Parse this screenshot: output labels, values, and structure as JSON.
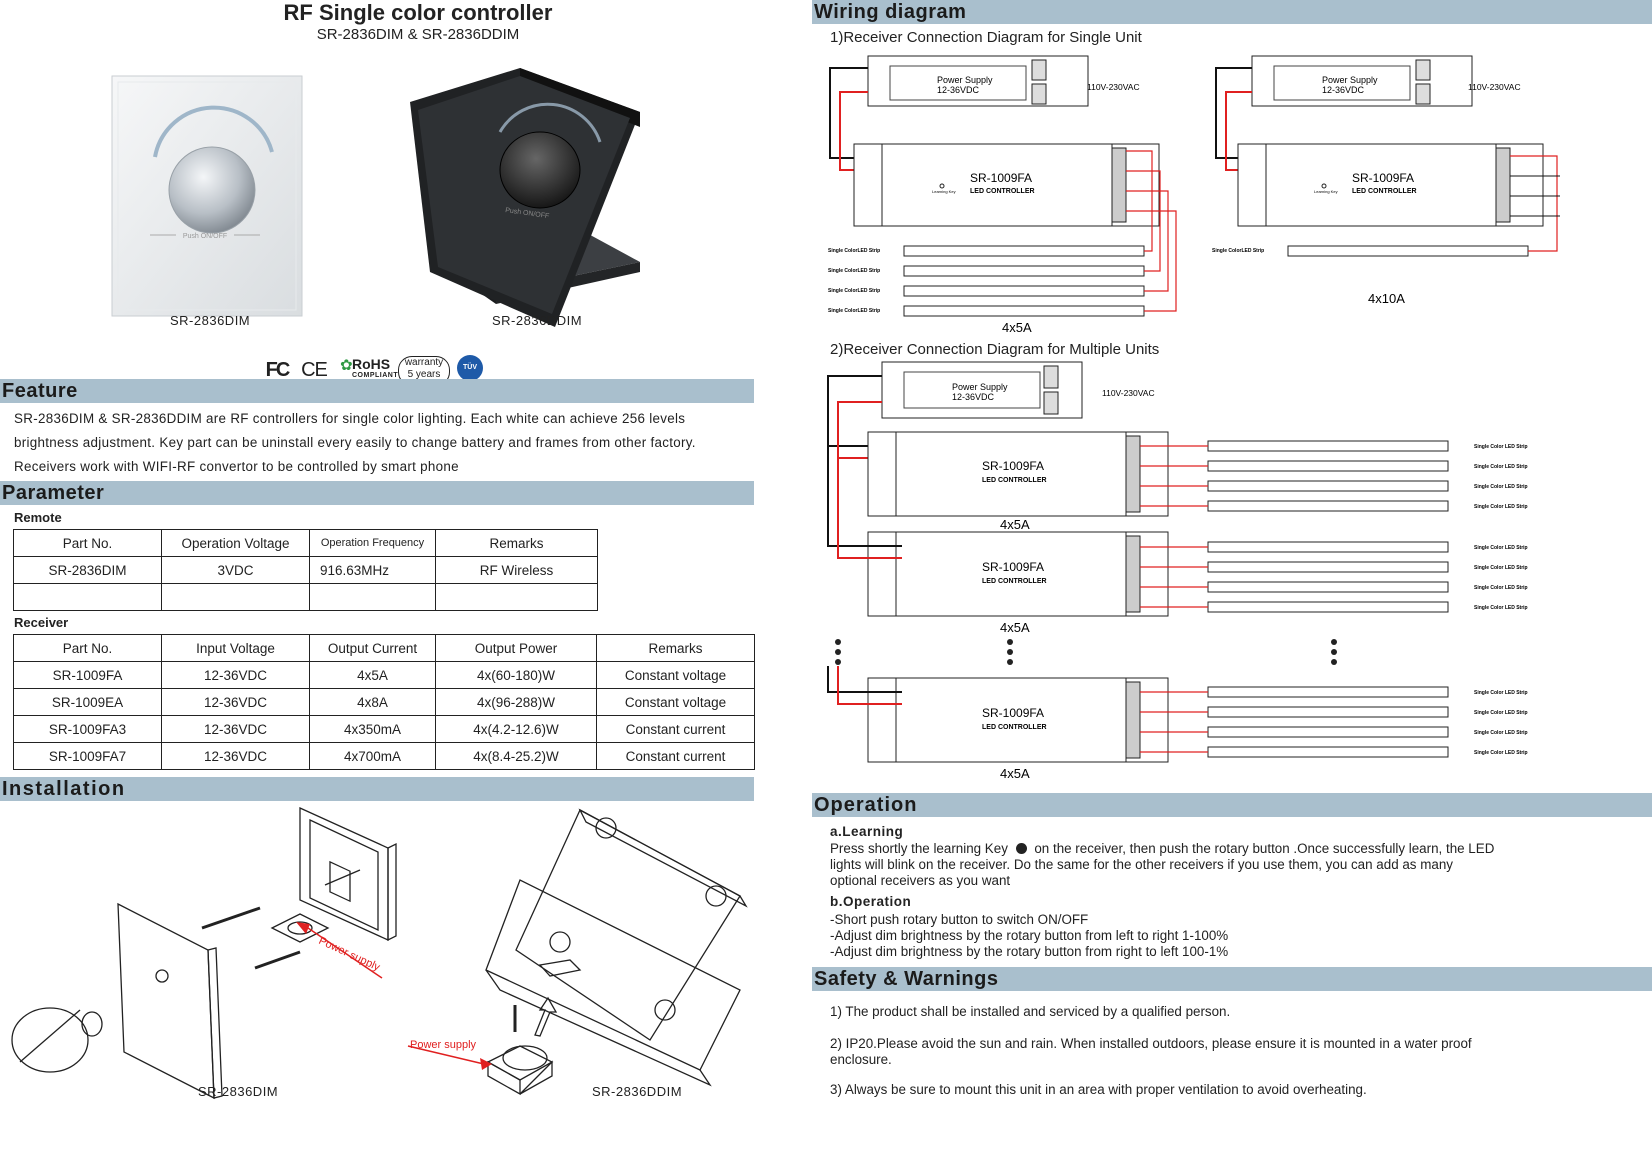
{
  "header": {
    "title": "RF Single color controller",
    "subtitle": "SR-2836DIM & SR-2836DDIM"
  },
  "products": {
    "left_caption": "SR-2836DIM",
    "right_caption": "SR-2836DDIM",
    "dial_text": "Push ON/OFF"
  },
  "certifications": [
    "FC",
    "CE",
    "RoHS",
    "COMPLIANT",
    "warranty",
    "5 years",
    "TÜV"
  ],
  "feature": {
    "heading": "Feature",
    "lines": [
      "SR-2836DIM & SR-2836DDIM are RF controllers for single color lighting. Each white can achieve 256 levels",
      "brightness adjustment. Key part can be uninstall every easily to change battery and frames from other factory.",
      "Receivers work with WIFI-RF convertor to be controlled by smart phone"
    ]
  },
  "parameter": {
    "heading": "Parameter",
    "remote_label": "Remote",
    "remote_headers": [
      "Part No.",
      "Operation Voltage",
      "Operation Frequency",
      "Remarks"
    ],
    "remote_rows": [
      [
        "SR-2836DIM",
        "3VDC",
        "916.63MHz",
        "RF Wireless"
      ],
      [
        "",
        "",
        "",
        ""
      ]
    ],
    "receiver_label": "Receiver",
    "receiver_headers": [
      "Part No.",
      "Input Voltage",
      "Output Current",
      "Output Power",
      "Remarks"
    ],
    "receiver_rows": [
      [
        "SR-1009FA",
        "12-36VDC",
        "4x5A",
        "4x(60-180)W",
        "Constant voltage"
      ],
      [
        "SR-1009EA",
        "12-36VDC",
        "4x8A",
        "4x(96-288)W",
        "Constant voltage"
      ],
      [
        "SR-1009FA3",
        "12-36VDC",
        "4x350mA",
        "4x(4.2-12.6)W",
        "Constant current"
      ],
      [
        "SR-1009FA7",
        "12-36VDC",
        "4x700mA",
        "4x(8.4-25.2)W",
        "Constant current"
      ]
    ]
  },
  "installation": {
    "heading": "Installation",
    "power_supply": "Power supply",
    "left_caption": "SR-2836DIM",
    "right_caption": "SR-2836DDIM"
  },
  "wiring": {
    "heading": "Wiring diagram",
    "single_title": "1)Receiver Connection Diagram for Single Unit",
    "multi_title": "2)Receiver Connection Diagram for Multiple Units",
    "psu_label": "Power Supply",
    "psu_voltage": "12-36VDC",
    "ac": "110V-230VAC",
    "controller": "SR-1009FA",
    "controller_sub": "LED CONTROLLER",
    "learning_key": "Learning Key",
    "strip": "Single ColorLED Strip",
    "strip_multi": "Single Color LED Strip",
    "label_4x5a": "4x5A",
    "label_4x10a": "4x10A"
  },
  "operation": {
    "heading": "Operation",
    "a_title": "a.Learning",
    "a_line1_pre": "Press shortly the learning Key",
    "a_line1_post": "on the receiver, then push the rotary button .Once successfully learn, the LED",
    "a_line2": "lights will blink on the receiver. Do the same for the other receivers if you use them, you can add as many",
    "a_line3": "optional receivers as you want",
    "b_title": "b.Operation",
    "b_lines": [
      "-Short push rotary button to switch ON/OFF",
      "-Adjust dim brightness by the rotary button from left to right 1-100%",
      "-Adjust dim brightness by the rotary button from right to left 100-1%"
    ]
  },
  "safety": {
    "heading": "Safety & Warnings",
    "items": [
      "1) The product shall be installed and serviced by a qualified person.",
      "2) IP20.Please avoid the sun and rain. When installed outdoors, please ensure it is mounted in a water proof",
      "enclosure.",
      "3) Always be sure to mount this unit in an area with proper ventilation to avoid overheating."
    ]
  }
}
